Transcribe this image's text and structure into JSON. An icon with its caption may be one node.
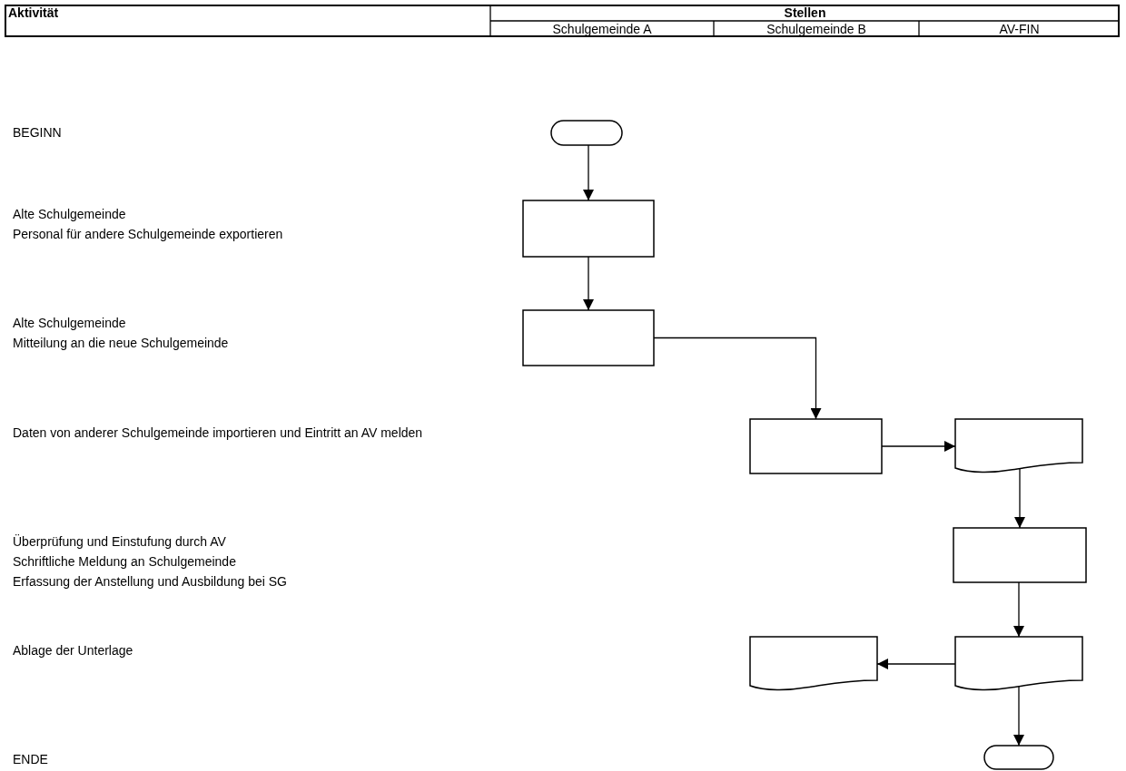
{
  "diagram": {
    "nodes": [
      {
        "text": [],
        "shape": "terminal"
      },
      {
        "text": [],
        "shape": "box"
      },
      {
        "text": [],
        "shape": "box"
      },
      {
        "text": [],
        "shape": "box"
      },
      {
        "text": [],
        "shape": "document"
      },
      {
        "text": [],
        "shape": "box"
      },
      {
        "text": [],
        "shape": "document"
      },
      {
        "text": [],
        "shape": "document"
      },
      {
        "text": [],
        "shape": "terminal"
      }
    ],
    "edges": [
      {
        "from": 0,
        "to": 1,
        "arrow": "to"
      },
      {
        "from": 1,
        "to": 2,
        "arrow": "to"
      },
      {
        "from": 2,
        "to": 3,
        "arrow": "to"
      },
      {
        "from": 3,
        "to": 4,
        "arrow": "to"
      },
      {
        "from": 4,
        "to": 5,
        "arrow": "to"
      },
      {
        "from": 5,
        "to": 6,
        "arrow": "to"
      },
      {
        "from": 6,
        "to": 7,
        "arrow": "to"
      },
      {
        "from": 6,
        "to": 8,
        "arrow": "to"
      }
    ],
    "labels": [
      "Aktivität",
      "Stellen",
      "Schulgemeinde A",
      "Schulgemeinde B",
      "AV-FIN",
      "BEGINN",
      "Alte Schulgemeinde",
      "Personal für andere Schulgemeinde exportieren",
      "Alte Schulgemeinde",
      "Mitteilung an die neue Schulgemeinde",
      "Daten von anderer Schulgemeinde importieren und Eintritt an AV melden",
      "Überprüfung und Einstufung durch AV",
      "Schriftliche Meldung an Schulgemeinde",
      "Erfassung der Anstellung und Ausbildung bei SG",
      "Ablage der Unterlage",
      "ENDE"
    ]
  }
}
